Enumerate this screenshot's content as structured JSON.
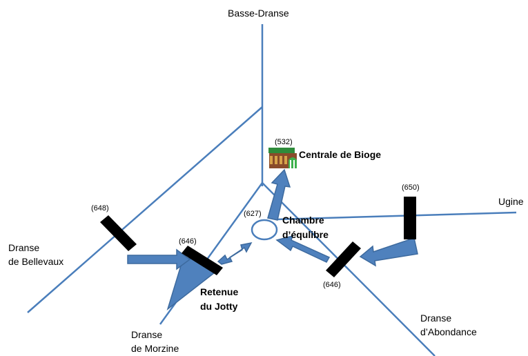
{
  "rivers": {
    "basse_dranse": "Basse-Dranse",
    "bellevaux_1": "Dranse",
    "bellevaux_2": "de Bellevaux",
    "morzine_1": "Dranse",
    "morzine_2": "de Morzine",
    "abondance_1": "Dranse",
    "abondance_2": "d’Abondance",
    "ugine": "Ugine"
  },
  "places": {
    "centrale": "Centrale de Bioge",
    "chambre_1": "Chambre",
    "chambre_2": "d’équlibre",
    "retenue_1": "Retenue",
    "retenue_2": "du Jotty"
  },
  "elevations": {
    "centrale": "(532)",
    "chambre": "(627)",
    "dam_bellevaux": "(648)",
    "dam_jotty": "(646)",
    "dam_abondance_low": "(646)",
    "dam_ugine": "(650)"
  },
  "colors": {
    "river": "#4a7ebb",
    "flow": "#4f81bd",
    "dam": "#000000",
    "plant_roof": "#2e8b3a"
  },
  "icons": {
    "plant": "power-plant-icon"
  }
}
